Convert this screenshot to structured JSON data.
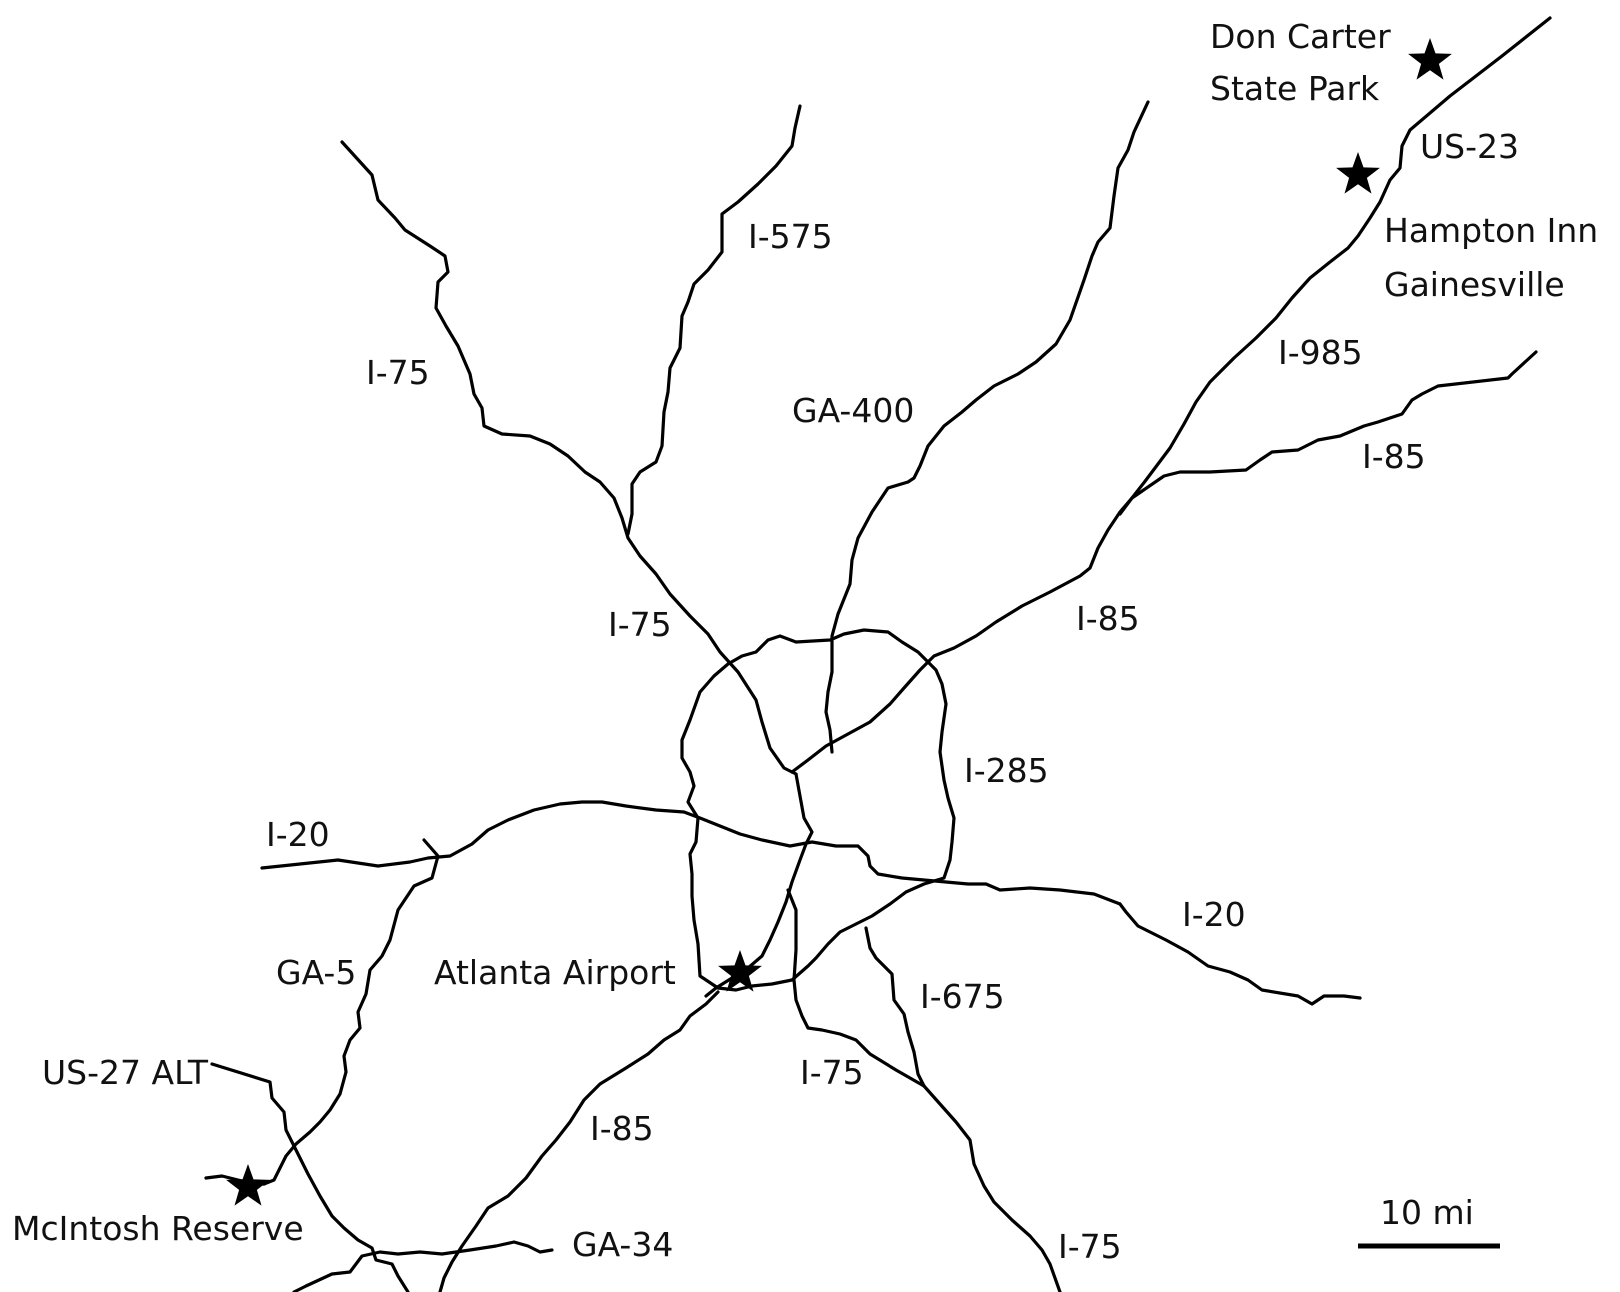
{
  "map": {
    "roads": {
      "i75_nw": "I-75",
      "i575": "I-575",
      "ga400": "GA-400",
      "i985": "I-985",
      "us23": "US-23",
      "i85_ne_far": "I-85",
      "i75_center": "I-75",
      "i85_ne": "I-85",
      "i285": "I-285",
      "i20_w": "I-20",
      "i20_e": "I-20",
      "ga5": "GA-5",
      "us27alt": "US-27 ALT",
      "i675": "I-675",
      "i75_s": "I-75",
      "i85_sw": "I-85",
      "ga34": "GA-34",
      "i75_se": "I-75"
    },
    "places": {
      "don_carter_line1": "Don Carter",
      "don_carter_line2": "State Park",
      "hampton_line1": "Hampton Inn",
      "hampton_line2": "Gainesville",
      "airport": "Atlanta Airport",
      "mcintosh": "McIntosh Reserve"
    },
    "scale": {
      "label": "10 mi"
    },
    "icons": {
      "poi_marker": "star-icon"
    }
  }
}
